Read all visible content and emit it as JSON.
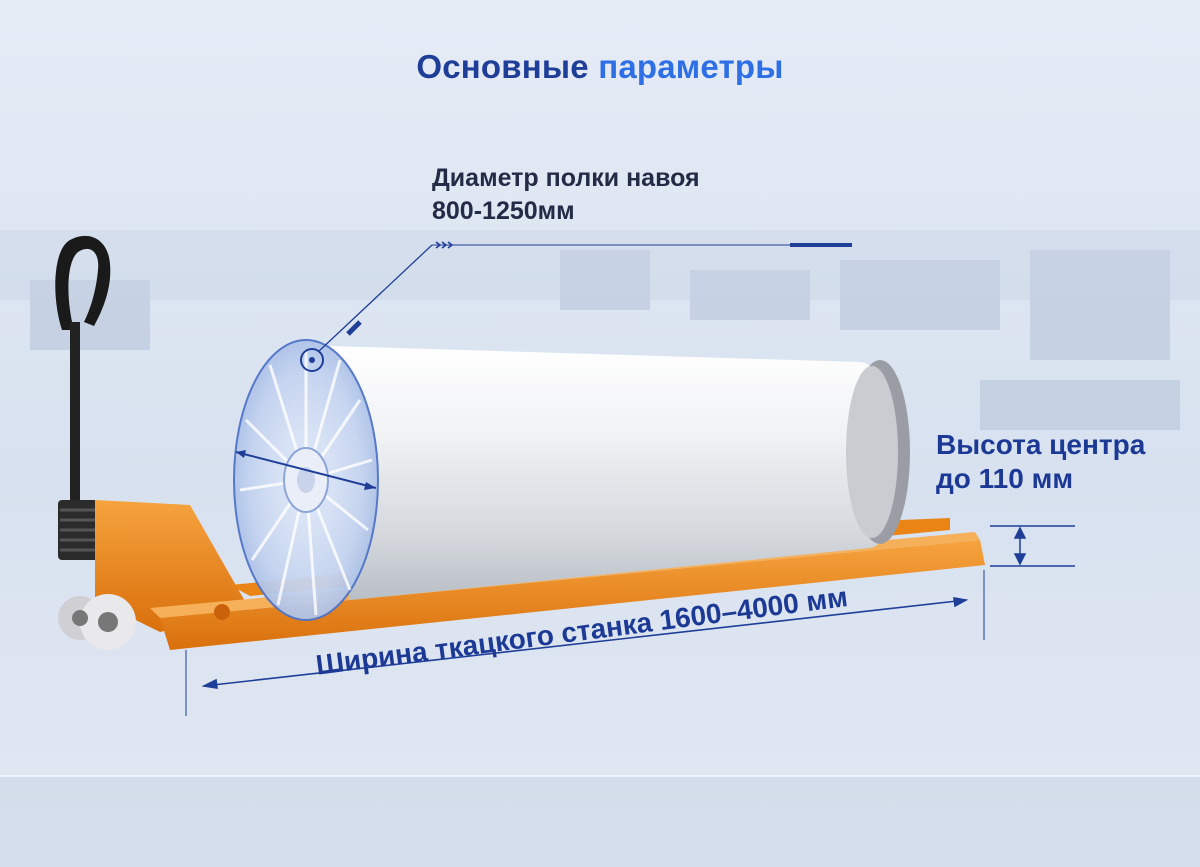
{
  "title": {
    "part1": "Основные",
    "part2": "параметры"
  },
  "annotations": {
    "diameter": {
      "line1": "Диаметр полки навоя",
      "line2": "800-1250мм"
    },
    "height": {
      "line1": "Высота центра",
      "line2": "до 110 мм"
    },
    "width": "Ширина ткацкого станка 1600–4000 мм"
  },
  "colors": {
    "title_dark": "#1f3e98",
    "title_accent": "#2f6fe6",
    "frame": "#f08a1c",
    "beam": "#e8ebef",
    "flange": "#9fb7e0",
    "dimension_line": "#1f3e98"
  },
  "icons": {
    "pointer": "chevron-triple-right-icon",
    "height_arrow": "double-arrow-vertical-icon",
    "width_arrow": "double-arrow-horizontal-icon"
  }
}
